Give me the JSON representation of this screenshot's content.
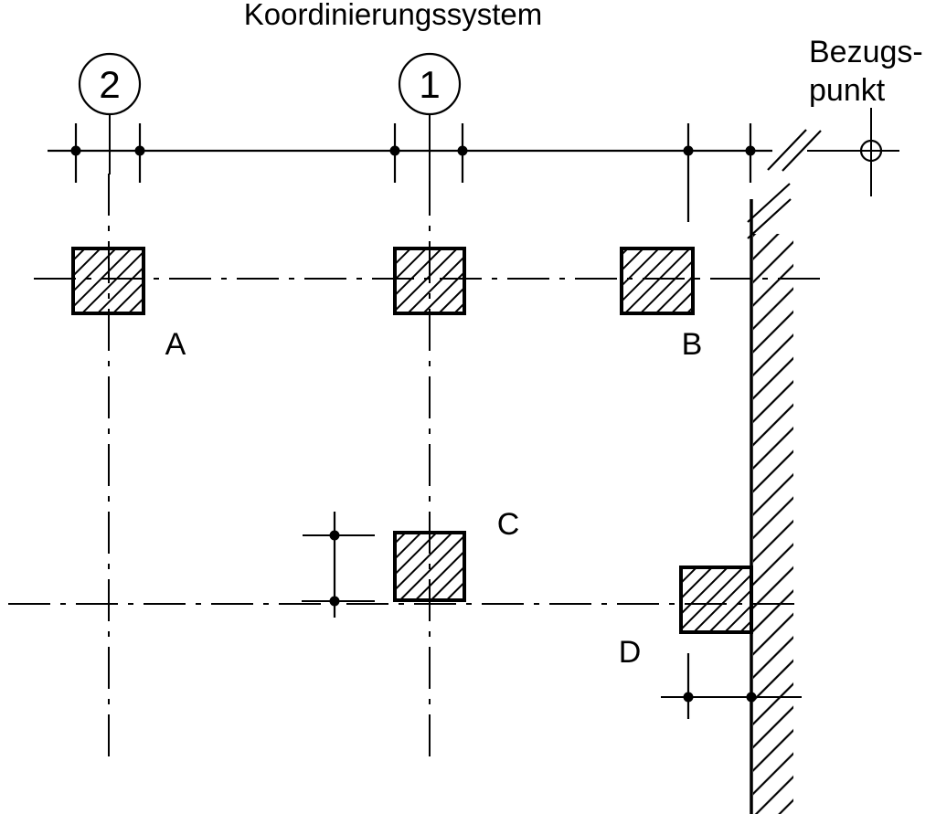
{
  "colors": {
    "background": "#ffffff",
    "ink": "#000000"
  },
  "diagram": {
    "title": "Koordinierungssystem",
    "reference_point": {
      "line1": "Bezugs-",
      "line2": "punkt"
    },
    "axes": {
      "axis_left_number": "2",
      "axis_right_number": "1"
    },
    "columns": {
      "a": "A",
      "b": "B",
      "c": "C",
      "d": "D"
    }
  }
}
